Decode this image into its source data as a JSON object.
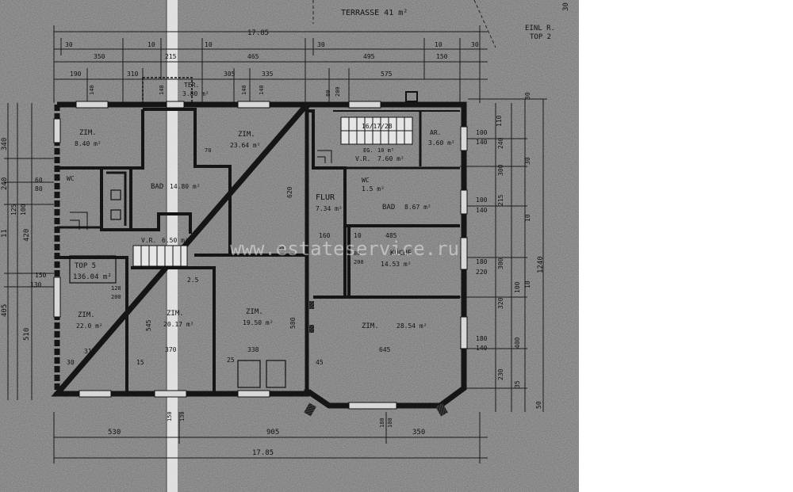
{
  "header": {
    "terrace": "TERRASSE 41 m²",
    "unit_ref_line1": "EINL R.",
    "unit_ref_line2": "TOP 2",
    "corner_num": "30"
  },
  "top_dims": {
    "total": "17.85",
    "row1": [
      "30",
      "10",
      "10",
      "30",
      "10",
      "30"
    ],
    "row2": [
      "350",
      "215",
      "465",
      "495",
      "150"
    ],
    "row3": [
      "190",
      "310",
      "305",
      "335",
      "575"
    ],
    "small": [
      "140",
      "140",
      "140",
      "200",
      "80",
      "140"
    ]
  },
  "bottom_dims": {
    "row1": [
      "530",
      "905",
      "350"
    ],
    "total": "17.85",
    "near_wall": [
      "150",
      "130",
      "180",
      "100"
    ]
  },
  "left_dims": [
    "340",
    "240",
    "60",
    "80",
    "125",
    "100",
    "420",
    "150",
    "130",
    "510",
    "405",
    "11"
  ],
  "right_dims": {
    "inner": [
      "100",
      "140",
      "240",
      "300",
      "100",
      "140",
      "215",
      "300",
      "180",
      "220",
      "320",
      "100",
      "180",
      "140",
      "400",
      "230",
      "35"
    ],
    "outer": [
      "30",
      "110",
      "30",
      "10",
      "10",
      "1240",
      "50"
    ]
  },
  "unit": {
    "name": "TOP 5",
    "area": "136.04 m²"
  },
  "rooms": [
    {
      "name": "ZIM.",
      "area": "8.40 m²"
    },
    {
      "name": "ZIM.",
      "area": "23.64 m²"
    },
    {
      "name": "BAD",
      "area": "14.80 m²"
    },
    {
      "name": "WC",
      "area": ""
    },
    {
      "name": "TER.",
      "area": "3.80 m²"
    },
    {
      "name": "V.R.",
      "area": "6.50 m²"
    },
    {
      "name": "ZIM.",
      "area": "22.0 m²"
    },
    {
      "name": "ZIM.",
      "area": "20.17 m²"
    },
    {
      "name": "ZIM.",
      "area": "19.50 m²"
    },
    {
      "name": "FLUR",
      "area": "7.34 m²"
    },
    {
      "name": "WC",
      "area": "1.5 m²"
    },
    {
      "name": "BAD",
      "area": "8.67 m²"
    },
    {
      "name": "KÜCHE",
      "area": "14.53 m²"
    },
    {
      "name": "ZIM.",
      "area": "28.54 m²"
    },
    {
      "name": "AR.",
      "area": "3.60 m²"
    },
    {
      "name": "V.R.",
      "area": "7.60 m²"
    },
    {
      "name": "EG.",
      "area": "10 m²"
    }
  ],
  "stair_label": "16/17/28",
  "inner_dims": [
    "620",
    "485",
    "160",
    "10",
    "80",
    "200",
    "70",
    "90",
    "545",
    "580",
    "312",
    "370",
    "338",
    "645",
    "30",
    "15",
    "2.5",
    "120",
    "200",
    "25",
    "45"
  ],
  "watermark": "www.estateservice.ru"
}
